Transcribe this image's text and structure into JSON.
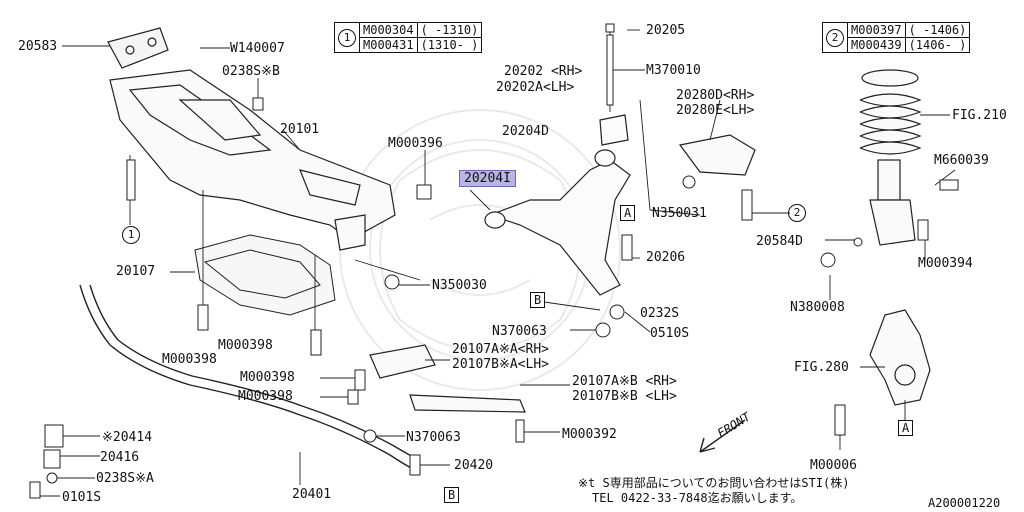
{
  "diagram_id": "A200001220",
  "tables": {
    "t1": {
      "marker": "1",
      "rows": [
        [
          "M000304",
          "( -1310)"
        ],
        [
          "M000431",
          "(1310- )"
        ]
      ]
    },
    "t2": {
      "marker": "2",
      "rows": [
        [
          "M000397",
          "( -1406)"
        ],
        [
          "M000439",
          "(1406- )"
        ]
      ]
    }
  },
  "labels": {
    "p20583": "20583",
    "w140007": "W140007",
    "p0238sb": "0238S※B",
    "p20101": "20101",
    "m000396": "M000396",
    "c1": "1",
    "p20107": "20107",
    "m000398a": "M000398",
    "m000398b": "M000398",
    "m000398c": "M000398",
    "m000398d": "M000398",
    "n350030": "N350030",
    "p20205": "20205",
    "m370010": "M370010",
    "p20202rh": "20202 <RH>",
    "p20202lh": "20202A<LH>",
    "p20204d": "20204D",
    "p20204i": "20204I",
    "n350031": "N350031",
    "p20206": "20206",
    "boxA1": "A",
    "boxB1": "B",
    "p0232s": "0232S",
    "p0510s": "0510S",
    "n370063a": "N370063",
    "p20107aa": "20107A※A<RH>",
    "p20107ba": "20107B※A<LH>",
    "p20107ab": "20107A※B <RH>",
    "p20107bb": "20107B※B <LH>",
    "m000392": "M000392",
    "n370063b": "N370063",
    "p20420": "20420",
    "boxB2": "B",
    "p20401": "20401",
    "p20414": "※20414",
    "p20416": "20416",
    "p0238sa": "0238S※A",
    "p0101s": "0101S",
    "p20280d": "20280D<RH>",
    "p20280e": "20280E<LH>",
    "c2": "2",
    "fig210": "FIG.210",
    "m660039": "M660039",
    "p20584d": "20584D",
    "m000394": "M000394",
    "n380008": "N380008",
    "fig280": "FIG.280",
    "boxA2": "A",
    "m00006": "M00006",
    "front": "FRONT",
    "note1": "※t S専用部品についてのお問い合わせはSTI(株)",
    "note2": "TEL 0422-33-7848迄お願いします。"
  }
}
